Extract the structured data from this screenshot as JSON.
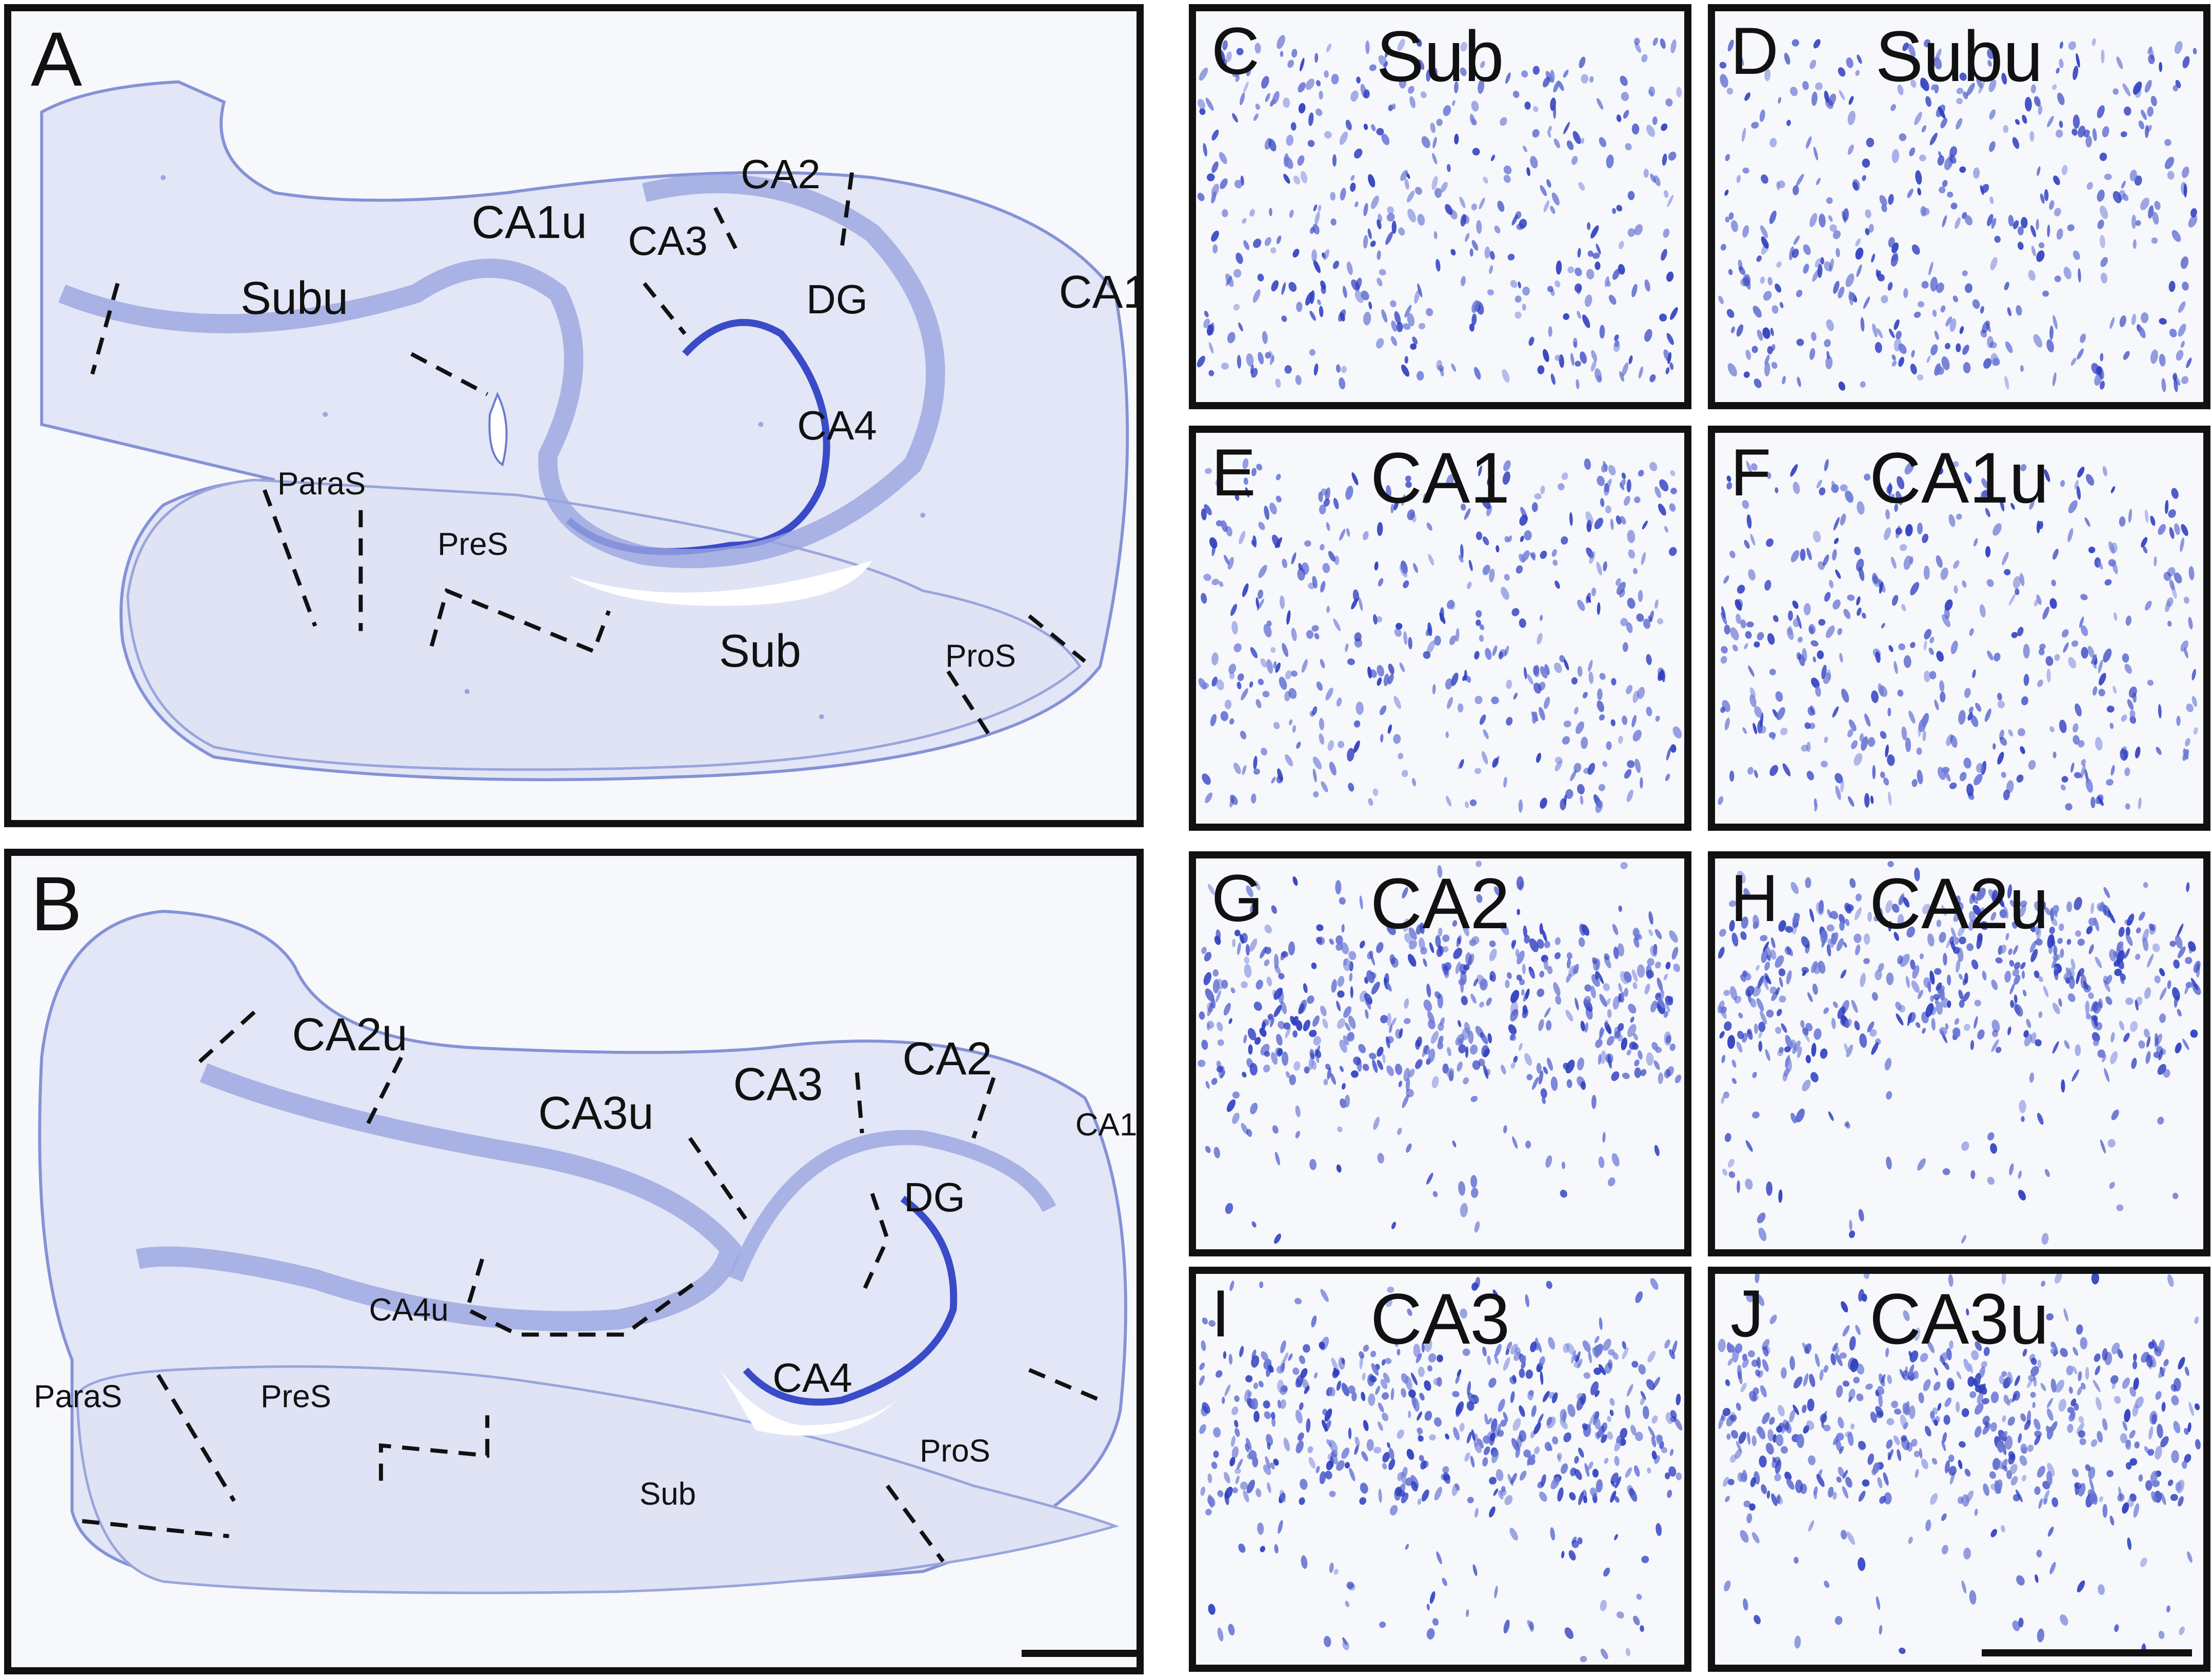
{
  "colors": {
    "stain_dark": "#2f3fbf",
    "stain_light": "#c9d0ef",
    "tissue": "#e2e6f6",
    "background": "#f7f8fc",
    "border": "#111111"
  },
  "panel_a": {
    "letter": "A",
    "regions": {
      "subu": "Subu",
      "ca1u": "CA1u",
      "ca3": "CA3",
      "ca2": "CA2",
      "dg": "DG",
      "ca1": "CA1",
      "ca4": "CA4",
      "paras": "ParaS",
      "pres": "PreS",
      "sub": "Sub",
      "pros": "ProS"
    }
  },
  "panel_b": {
    "letter": "B",
    "regions": {
      "ca2u": "CA2u",
      "ca3u": "CA3u",
      "ca3": "CA3",
      "ca2": "CA2",
      "ca1": "CA1",
      "dg": "DG",
      "ca4u": "CA4u",
      "ca4": "CA4",
      "paras": "ParaS",
      "pres": "PreS",
      "sub": "Sub",
      "pros": "ProS"
    }
  },
  "detail_panels": [
    {
      "letter": "C",
      "title": "Sub"
    },
    {
      "letter": "D",
      "title": "Subu"
    },
    {
      "letter": "E",
      "title": "CA1"
    },
    {
      "letter": "F",
      "title": "CA1u"
    },
    {
      "letter": "G",
      "title": "CA2"
    },
    {
      "letter": "H",
      "title": "CA2u"
    },
    {
      "letter": "I",
      "title": "CA3"
    },
    {
      "letter": "J",
      "title": "CA3u"
    }
  ]
}
